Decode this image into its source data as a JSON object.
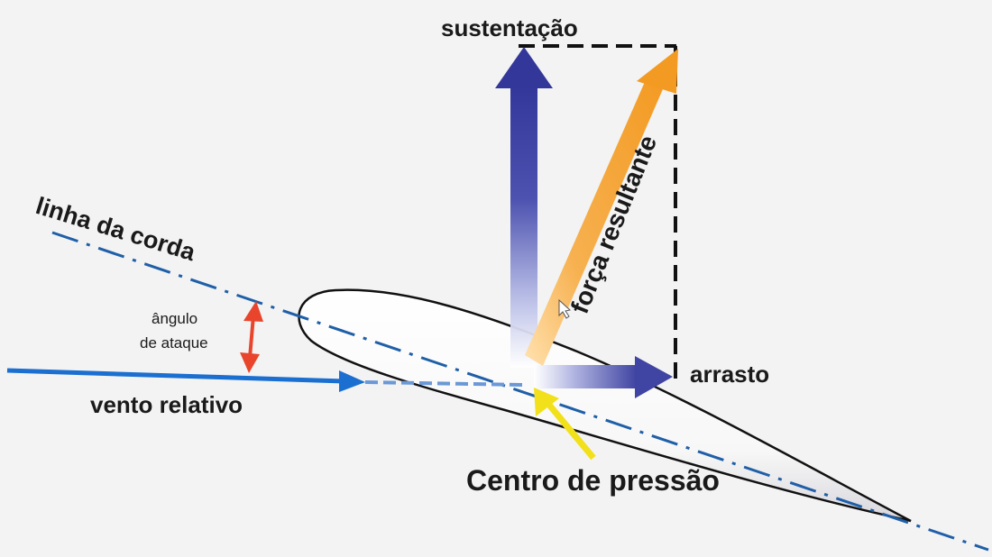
{
  "labels": {
    "lift": "sustentação",
    "resultant": "força resultante",
    "drag": "arrasto",
    "chord_line": "linha da corda",
    "angle_line1": "ângulo",
    "angle_line2": "de ataque",
    "relative_wind": "vento relativo",
    "center_of_pressure": "Centro de pressão"
  },
  "colors": {
    "background": "#f3f3f3",
    "lift_arrow": "#3b3f9e",
    "drag_arrow": "#4a4aa8",
    "resultant_arrow": "#f5a030",
    "chord_line": "#1f5fa8",
    "relative_wind": "#1b6fd0",
    "angle_arrow": "#e8452c",
    "center_of_pressure_arrow": "#f2e01a",
    "airfoil_outline": "#111111",
    "dashed_box": "#111111"
  }
}
